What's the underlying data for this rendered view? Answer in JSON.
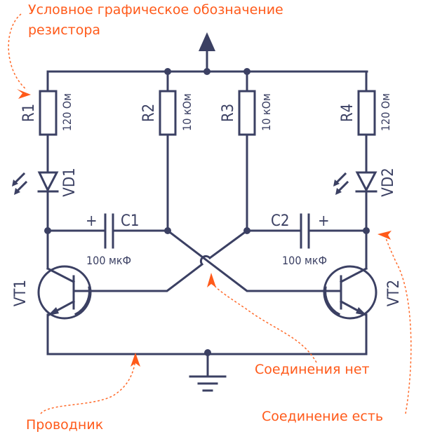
{
  "annotations": {
    "resistor_symbol_line1": "Условное графическое обозначение",
    "resistor_symbol_line2": "резистора",
    "no_connection": "Соединения нет",
    "connection": "Соединение есть",
    "conductor": "Проводник"
  },
  "components": {
    "r1": {
      "name": "R1",
      "value": "120 Ом"
    },
    "r2": {
      "name": "R2",
      "value": "10 кОм"
    },
    "r3": {
      "name": "R3",
      "value": "10 кОм"
    },
    "r4": {
      "name": "R4",
      "value": "120 Ом"
    },
    "vd1": {
      "name": "VD1"
    },
    "vd2": {
      "name": "VD2"
    },
    "c1": {
      "name": "C1",
      "value": "100 мкФ",
      "polarity": "+"
    },
    "c2": {
      "name": "C2",
      "value": "100 мкФ",
      "polarity": "+"
    },
    "vt1": {
      "name": "VT1"
    },
    "vt2": {
      "name": "VT2"
    }
  },
  "colors": {
    "wire": "#3b4063",
    "annotation": "#ff5a1a"
  }
}
